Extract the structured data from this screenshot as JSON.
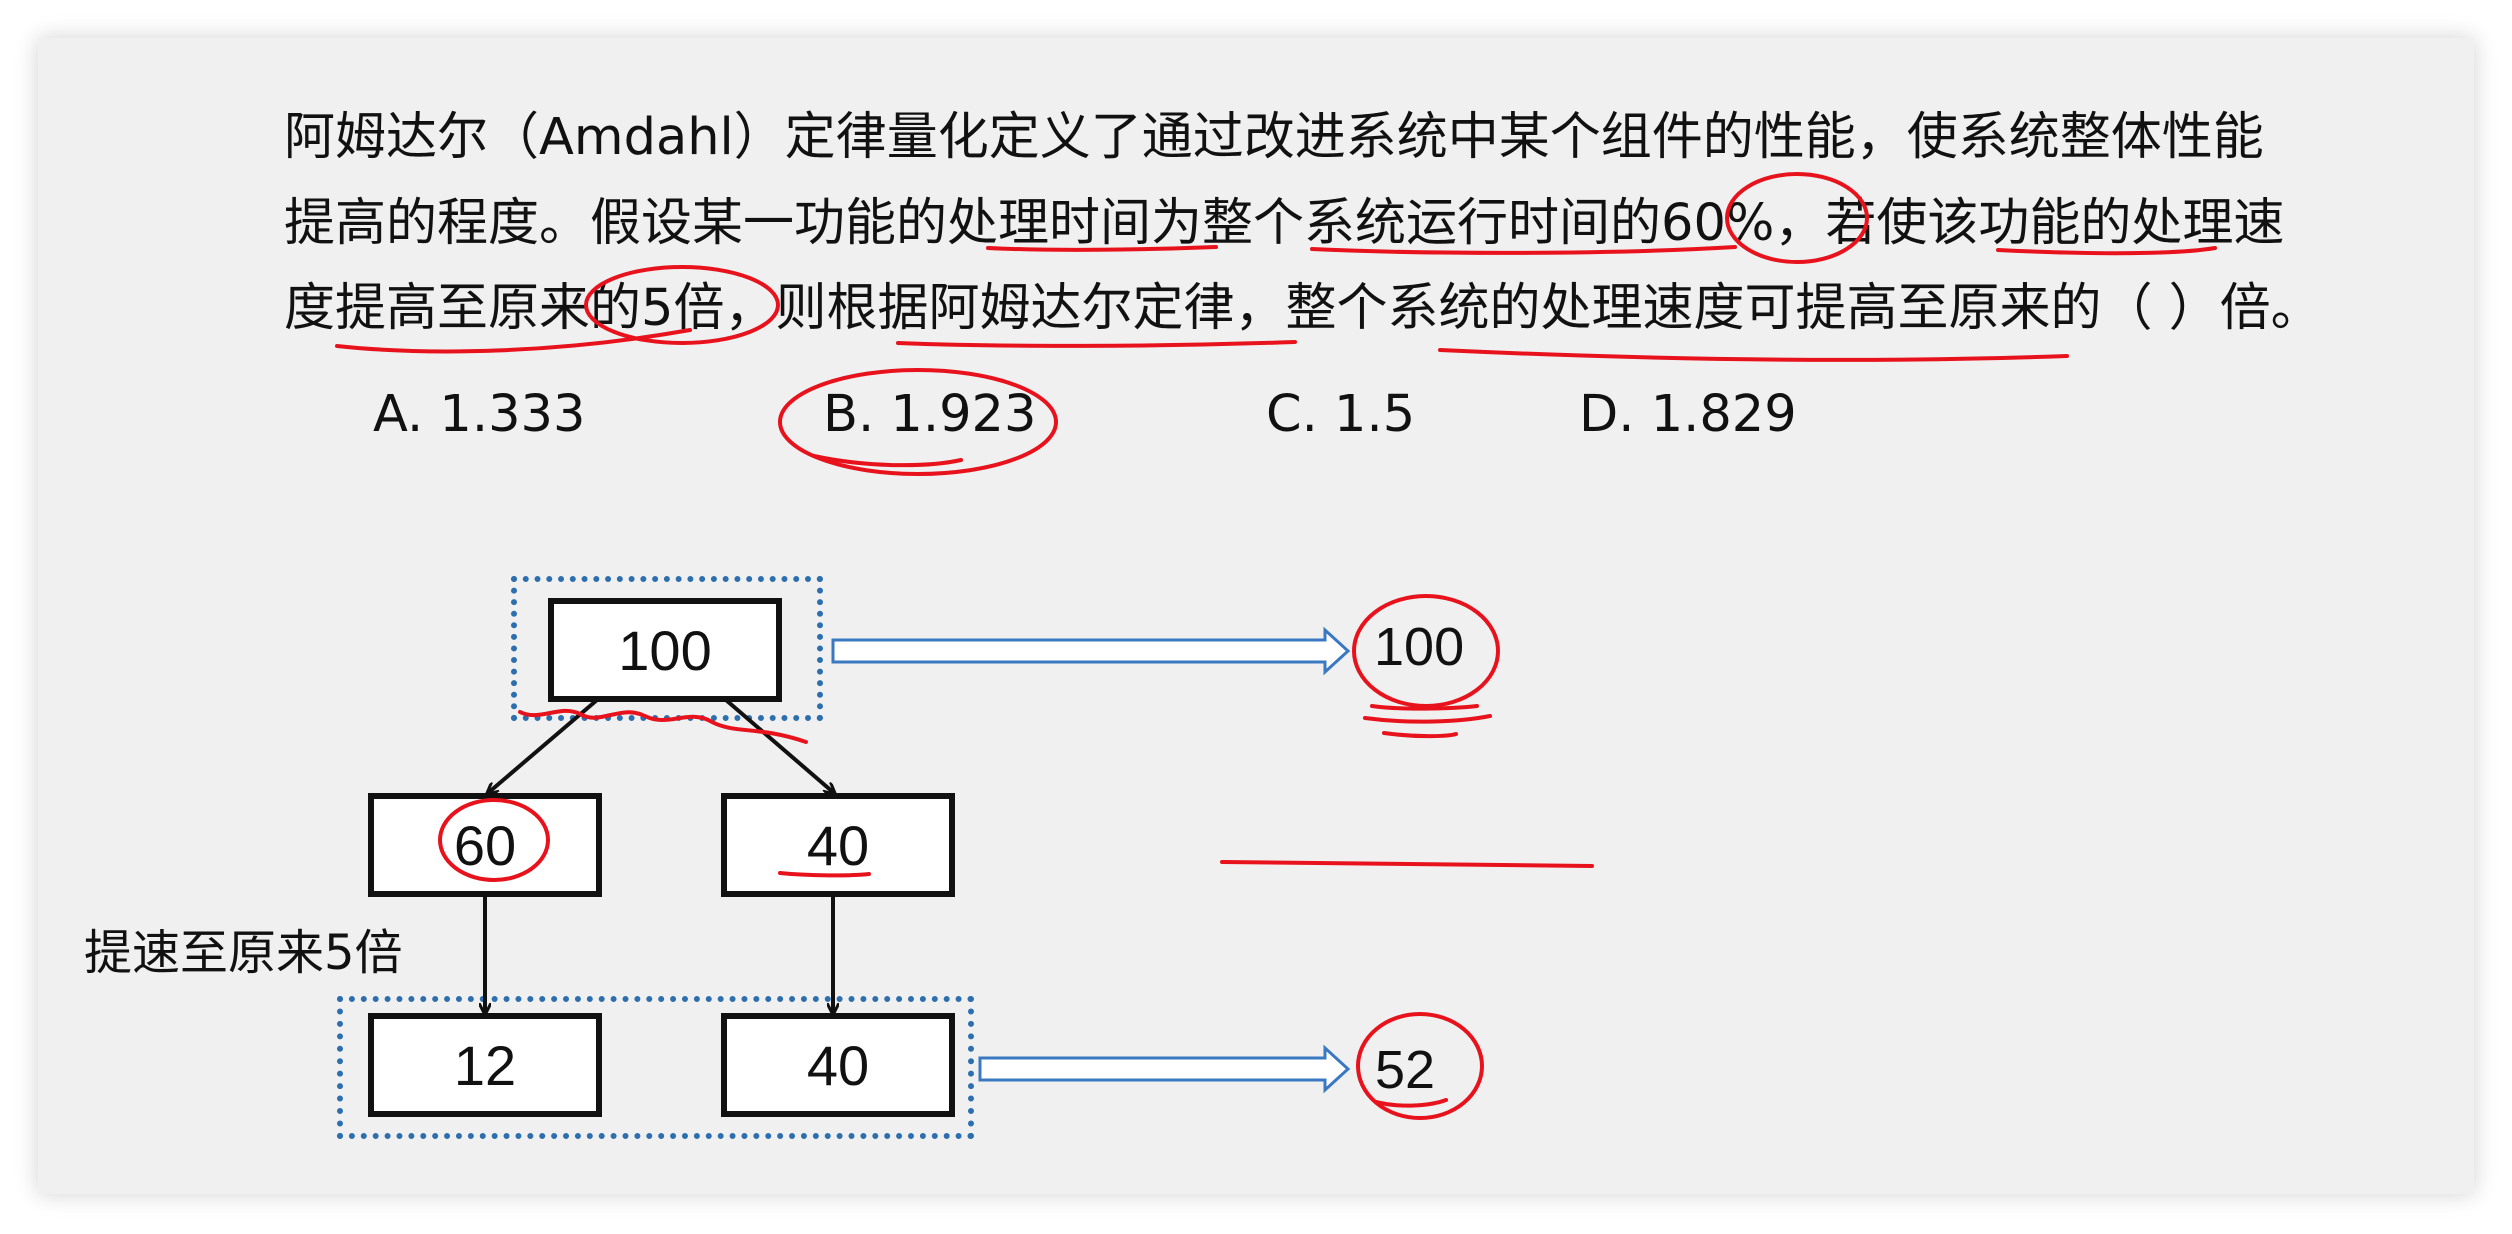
{
  "question": {
    "line1": "阿姆达尔（Amdahl）定律量化定义了通过改进系统中某个组件的性能，使系统整体性能",
    "line2": "提高的程度。假设某一功能的处理时间为整个系统运行时间的60%，若使该功能的处理速",
    "line3": "度提高至原来的5倍，则根据阿姆达尔定律，整个系统的处理速度可提高至原来的（  ）倍。"
  },
  "options": {
    "a": "A. 1.333",
    "b": "B. 1.923",
    "c": "C. 1.5",
    "d": "D. 1.829"
  },
  "diagram": {
    "top_box": "100",
    "left_mid_box": "60",
    "right_mid_box": "40",
    "left_bottom_box": "12",
    "right_bottom_box": "40",
    "top_result": "100",
    "bottom_result": "52",
    "speedup_label": "提速至原来5倍"
  },
  "colors": {
    "slide_background": "#f0f0f0",
    "text": "#111111",
    "annotation_red": "#e8121c",
    "dotted_blue": "#2d6fae",
    "arrow_blue": "#3a78c2"
  }
}
